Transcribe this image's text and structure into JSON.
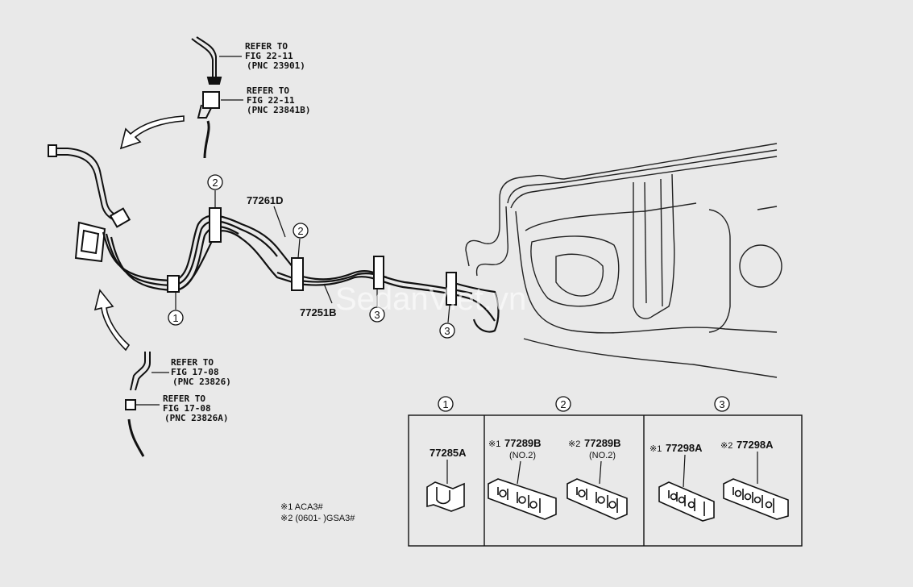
{
  "refs": {
    "ref1": {
      "l1": "REFER TO",
      "l2": "FIG 22-11",
      "l3": "(PNC 23901)"
    },
    "ref2": {
      "l1": "REFER TO",
      "l2": "FIG 22-11",
      "l3": "(PNC 23841B)"
    },
    "ref3": {
      "l1": "REFER TO",
      "l2": "FIG 17-08",
      "l3": "(PNC 23826)"
    },
    "ref4": {
      "l1": "REFER TO",
      "l2": "FIG 17-08",
      "l3": "(PNC 23826A)"
    }
  },
  "parts": {
    "tube_upper": "77261D",
    "tube_lower": "77251B"
  },
  "callouts": {
    "c1": "1",
    "c2a": "2",
    "c2b": "2",
    "c3a": "3",
    "c3b": "3"
  },
  "legend": {
    "h1": "1",
    "h2": "2",
    "h3": "3",
    "p1": "77285A",
    "p2a_mark": "※1",
    "p2a": "77289B",
    "p2a_sub": "(NO.2)",
    "p2b_mark": "※2",
    "p2b": "77289B",
    "p2b_sub": "(NO.2)",
    "p3a_mark": "※1",
    "p3a": "77298A",
    "p3b_mark": "※2",
    "p3b": "77298A"
  },
  "notes": {
    "n1": "※1 ACA3#",
    "n2": "※2 (0601-      )GSA3#"
  },
  "watermark": "SedanViet.vn"
}
